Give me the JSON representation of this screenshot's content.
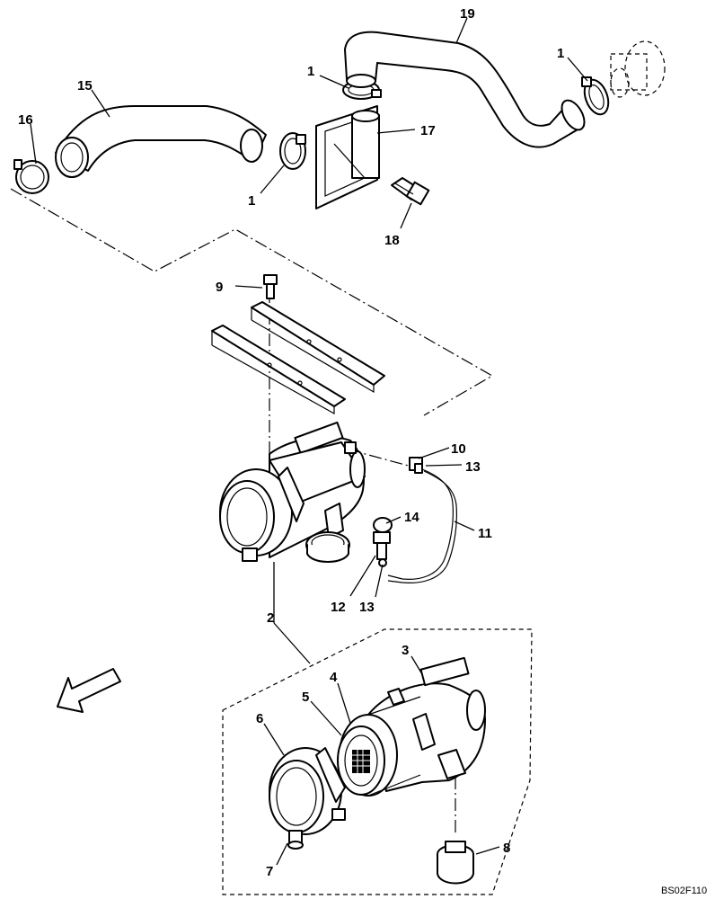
{
  "callouts": {
    "c1a": "1",
    "c1b": "1",
    "c1c": "1",
    "c2": "2",
    "c3": "3",
    "c4": "4",
    "c5": "5",
    "c6": "6",
    "c7": "7",
    "c8": "8",
    "c9": "9",
    "c10": "10",
    "c11": "11",
    "c12": "12",
    "c13a": "13",
    "c13b": "13",
    "c14": "14",
    "c15": "15",
    "c16": "16",
    "c17": "17",
    "c18": "18",
    "c19": "19"
  },
  "drawing_code": "BS02F110"
}
